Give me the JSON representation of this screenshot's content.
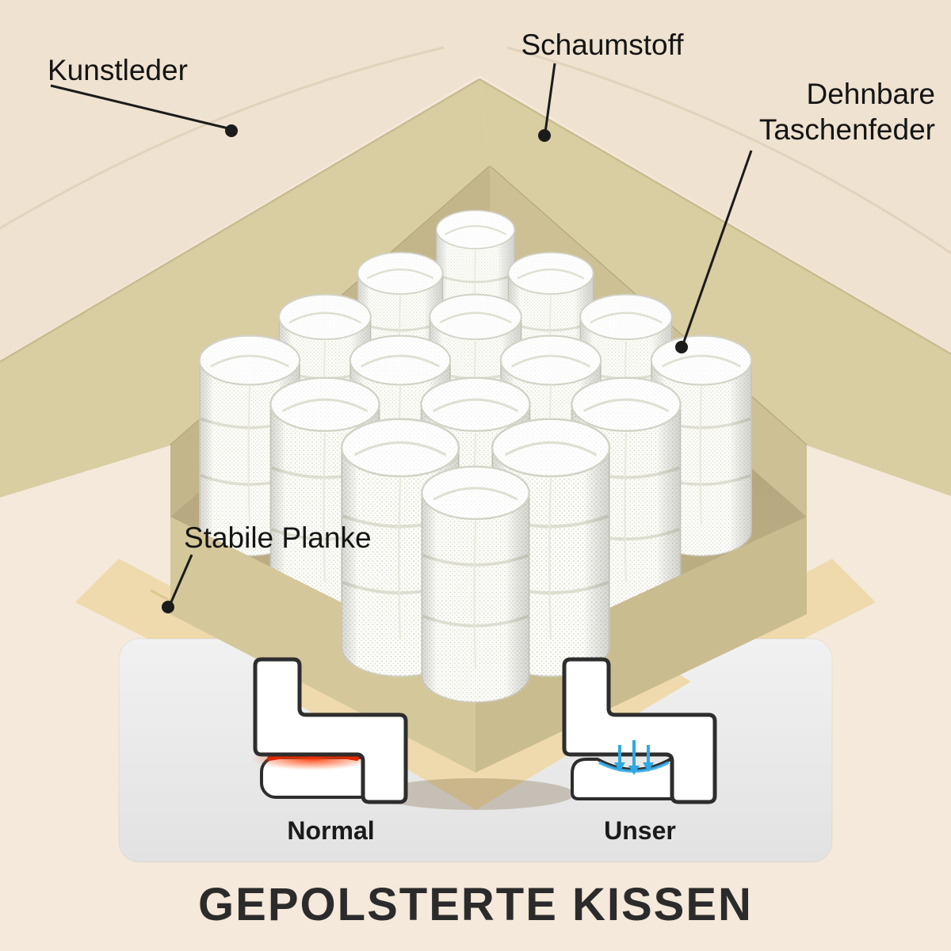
{
  "labels": {
    "kunstleder": "Kunstleder",
    "schaumstoff": "Schaumstoff",
    "taschenfeder": "Dehnbare Taschenfeder",
    "planke": "Stabile Planke"
  },
  "comparison": {
    "normal": "Normal",
    "unser": "Unser"
  },
  "title": "GEPOLSTERTE KISSEN",
  "colors": {
    "background": "#f4e9da",
    "leather": "#efe2d0",
    "foam_top": "#d9cda2",
    "foam_wall": "#c3b68b",
    "wood": "#eedaac",
    "spring_fabric": "#fcfcf8",
    "pressure_red": "#e02800",
    "support_blue": "#2fa8e6",
    "panel_gray": "#ececec",
    "text": "#141414"
  },
  "icons": {
    "normal_figure": "seated-person-pressure-icon",
    "unser_figure": "seated-person-supported-icon"
  }
}
